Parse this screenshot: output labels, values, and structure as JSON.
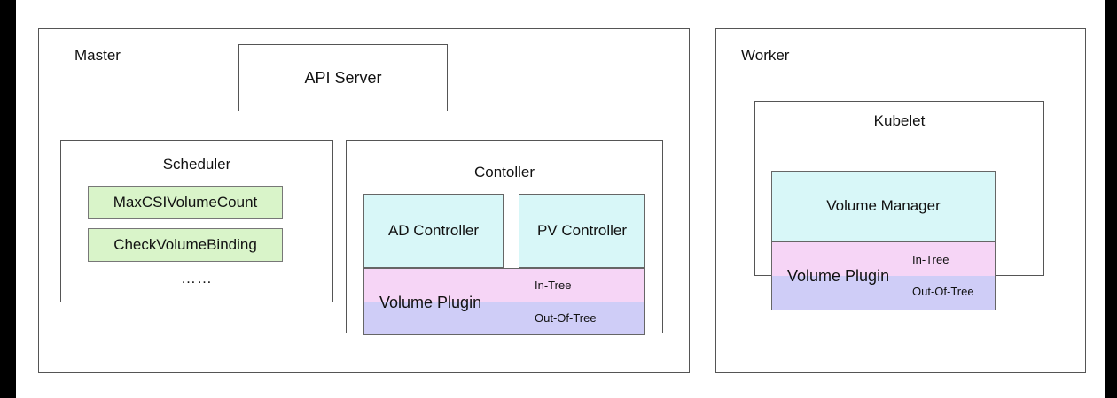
{
  "master": {
    "title": "Master",
    "api_server": "API Server",
    "scheduler": {
      "title": "Scheduler",
      "predicates": [
        "MaxCSIVolumeCount",
        "CheckVolumeBinding"
      ],
      "more": "……"
    },
    "controller": {
      "title": "Contoller",
      "ad_controller": "AD Controller",
      "pv_controller": "PV Controller",
      "volume_plugin": {
        "name": "Volume Plugin",
        "in_tree": "In-Tree",
        "out_of_tree": "Out-Of-Tree"
      }
    }
  },
  "worker": {
    "title": "Worker",
    "kubelet": {
      "title": "Kubelet",
      "volume_manager": "Volume Manager"
    },
    "volume_plugin": {
      "name": "Volume Plugin",
      "in_tree": "In-Tree",
      "out_of_tree": "Out-Of-Tree"
    }
  },
  "colors": {
    "predicate_fill": "#d9f4c9",
    "controller_fill": "#d8f7f8",
    "in_tree_fill": "#f6d5f6",
    "out_of_tree_fill": "#cfcdf7"
  }
}
